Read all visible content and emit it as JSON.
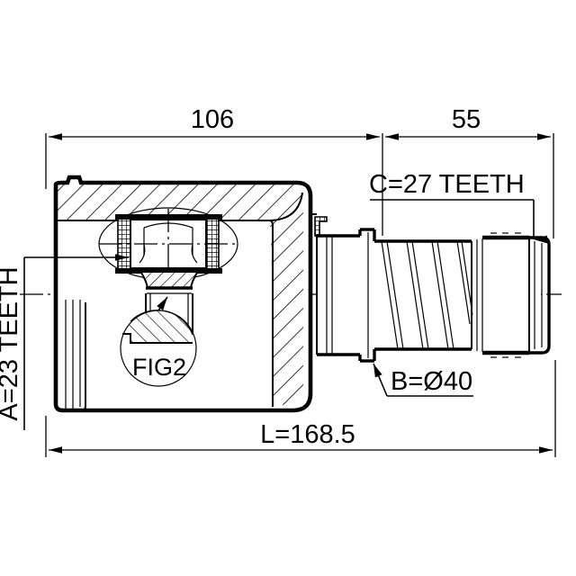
{
  "drawing": {
    "type": "engineering-cross-section",
    "subject": "CV joint (constant velocity joint) inner assembly",
    "background_color": "#ffffff",
    "line_color": "#000000"
  },
  "dimensions": {
    "housing_length": "106",
    "shaft_spline_length": "55",
    "overall_length": "L=168.5"
  },
  "labels": {
    "inner_teeth": "A=23 TEETH",
    "shaft_diameter": "B=Ø40",
    "outer_teeth": "C=27 TEETH",
    "detail_callout": "FIG2"
  }
}
